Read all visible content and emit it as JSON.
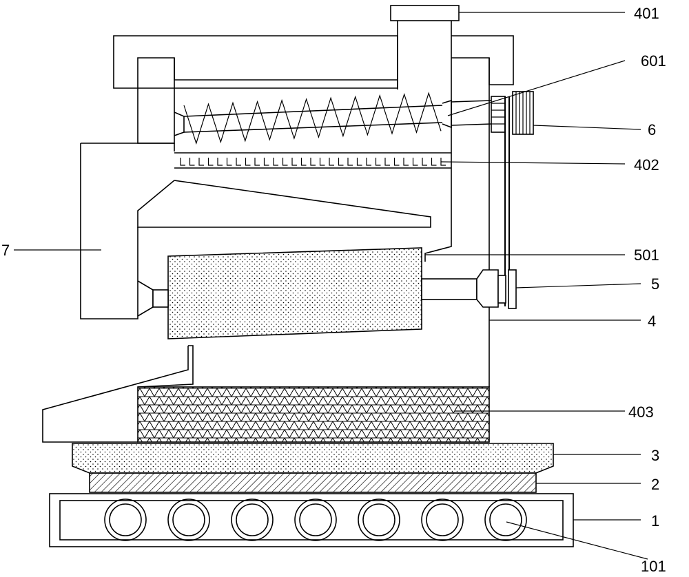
{
  "labels": {
    "l401": "401",
    "l601": "601",
    "l6": "6",
    "l402": "402",
    "l7": "7",
    "l501": "501",
    "l5": "5",
    "l4": "4",
    "l403": "403",
    "l3": "3",
    "l2": "2",
    "l1": "1",
    "l101": "101"
  },
  "roller_count": 7
}
